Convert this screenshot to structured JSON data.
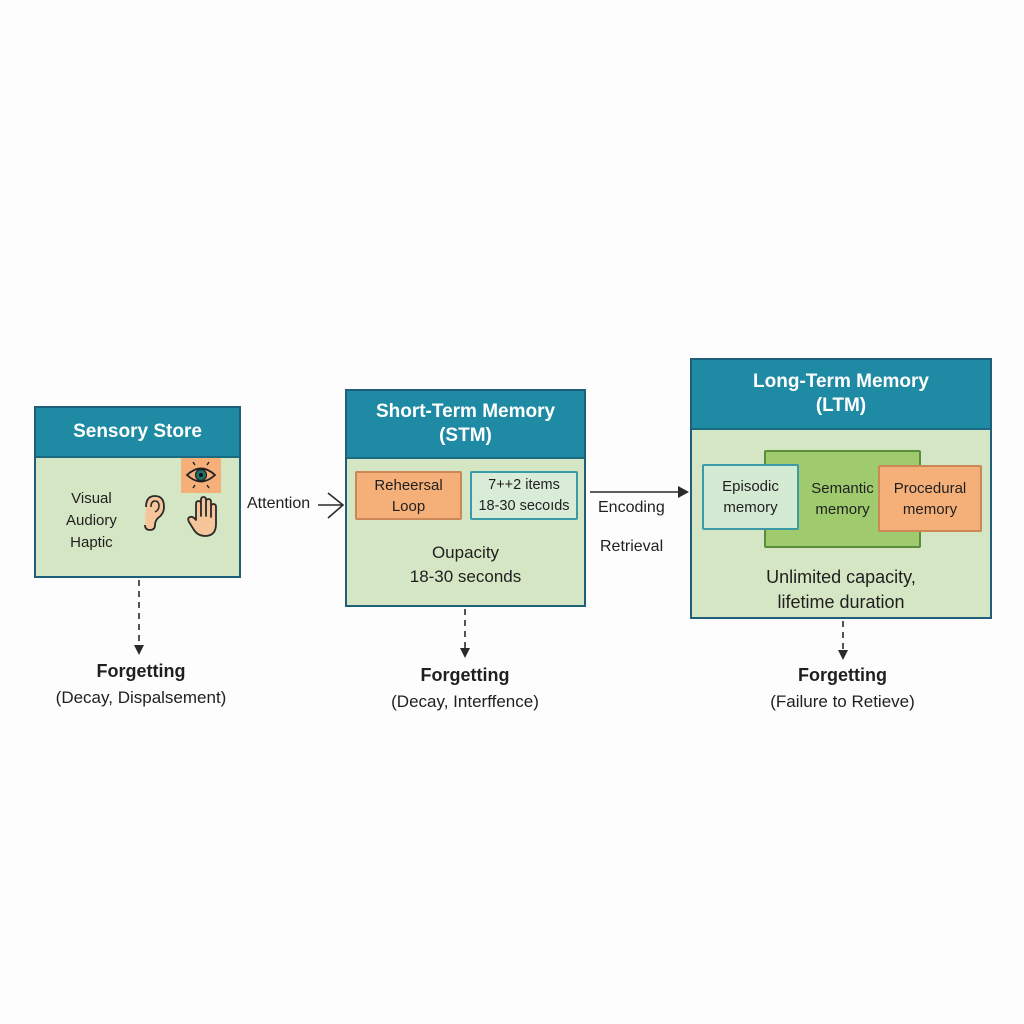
{
  "colors": {
    "header": "#1f8aa3",
    "box_fill": "#d5e6c4",
    "border": "#1f5f7a",
    "orange": "#f5b07a",
    "semantic_green": "#9fca6e",
    "episodic_fill": "#d5ead3"
  },
  "sensory": {
    "title": "Sensory Store",
    "modalities": [
      "Visual",
      "Audiory",
      "Haptic"
    ],
    "icons": [
      "ear-icon",
      "eye-icon",
      "hand-icon"
    ]
  },
  "attention_label": "Attention",
  "stm": {
    "title_line1": "Short-Term Memory",
    "title_line2": "(STM)",
    "rehearsal_line1": "Reheersal",
    "rehearsal_line2": "Loop",
    "capacity_line1": "7++2 items",
    "capacity_line2": "18-30 secoıds",
    "note_line1": "Oupacity",
    "note_line2": "18-30 seconds"
  },
  "encoding_label": "Encoding",
  "retrieval_label": "Retrieval",
  "ltm": {
    "title_line1": "Long-Term Memory",
    "title_line2": "(LTM)",
    "episodic_line1": "Episodic",
    "episodic_line2": "memory",
    "semantic_line1": "Semantic",
    "semantic_line2": "memory",
    "procedural_line1": "Procedural",
    "procedural_line2": "memory",
    "note_line1": "Unlimited capacity,",
    "note_line2": "lifetime duration"
  },
  "forgetting": [
    {
      "title": "Forgetting",
      "reason": "(Decay, Dispalsement)"
    },
    {
      "title": "Forgetting",
      "reason": "(Decay, Interffence)"
    },
    {
      "title": "Forgetting",
      "reason": "(Failure to Retieve)"
    }
  ]
}
